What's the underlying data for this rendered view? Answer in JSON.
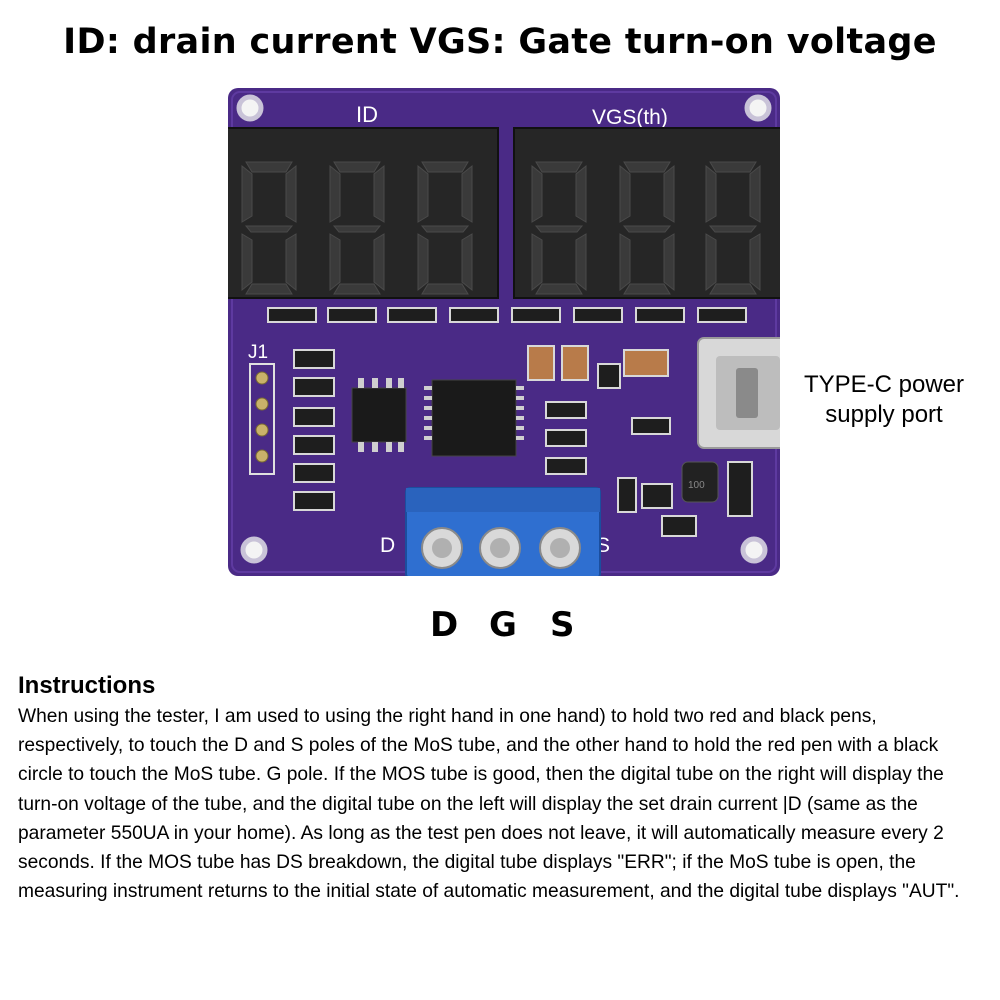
{
  "header": {
    "title": "ID: drain current VGS: Gate turn-on voltage"
  },
  "board": {
    "silk_id": "ID",
    "silk_vgs": "VGS(th)",
    "silk_j1": "J1",
    "silk_d": "D",
    "silk_s": "S",
    "board_color": "#4a2a86",
    "terminal_color": "#2f6fd0"
  },
  "pins": {
    "d": "D",
    "g": "G",
    "s": "S"
  },
  "typec": {
    "line1": "TYPE-C power",
    "line2": "supply port"
  },
  "instructions": {
    "heading": "Instructions",
    "body": "When using the tester, I am used to using the right hand in one hand) to hold two red and black pens, respectively, to touch the D and S poles of the MoS tube, and the other hand to hold the red pen with a black circle to touch the MoS tube. G pole. If the MOS tube is good, then the digital tube on the right will display the turn-on voltage of the tube, and the digital tube on the left will display the set drain current |D (same as the parameter 550UA in your home). As long as the test pen does not leave, it will automatically measure every 2 seconds. If the MOS tube has DS breakdown, the digital tube displays \"ERR\"; if the MoS tube is open, the measuring instrument returns to the initial state of automatic measurement, and the digital tube displays \"AUT\"."
  }
}
